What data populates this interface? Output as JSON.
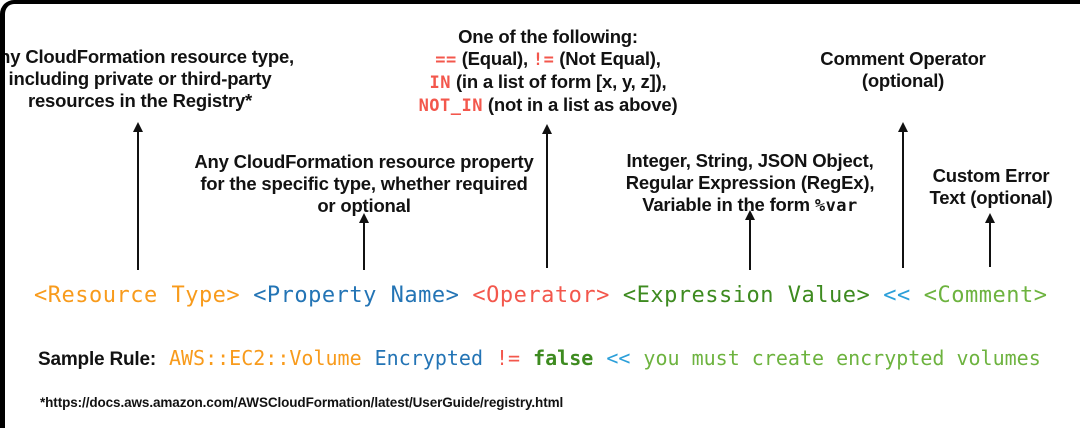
{
  "colors": {
    "orange": "#F89B1C",
    "blue": "#2374B5",
    "red": "#F3574C",
    "dark_green": "#3E8B20",
    "light_green": "#6DB33F",
    "cyan": "#2B9FD9",
    "black": "#121212"
  },
  "annotations": {
    "resource_type": {
      "line1": "Any CloudFormation resource type,",
      "line2": "including private or third-party",
      "line3": "resources in the Registry*"
    },
    "operator": {
      "title": "One of the following:",
      "eq": "==",
      "eq_desc": " (Equal), ",
      "ne": "!=",
      "ne_desc": " (Not Equal),",
      "in": "IN",
      "in_desc": " (in a list of form [x, y, z]),",
      "not_in": "NOT_IN",
      "not_in_desc": " (not in a list as above)"
    },
    "comment_operator": {
      "line1": "Comment Operator",
      "line2": "(optional)"
    },
    "property_name": {
      "line1": "Any CloudFormation resource property",
      "line2": "for the specific type, whether required",
      "line3": "or optional"
    },
    "expression_value": {
      "line1": "Integer, String, JSON Object,",
      "line2": "Regular Expression (RegEx),",
      "line3_prefix": "Variable in the form ",
      "line3_var": "%var"
    },
    "custom_error": {
      "line1": "Custom Error",
      "line2": "Text (optional)"
    }
  },
  "syntax": {
    "resource_type": "<Resource Type>",
    "property_name": "<Property Name>",
    "operator": "<Operator>",
    "expression_value": "<Expression Value>",
    "comment_op": "<<",
    "comment": "<Comment>"
  },
  "sample": {
    "label": "Sample Rule:",
    "resource": "AWS::EC2::Volume",
    "property": "Encrypted",
    "operator": "!=",
    "value": "false",
    "comment_op": "<<",
    "comment": "you must create encrypted volumes"
  },
  "footnote": "*https://docs.aws.amazon.com/AWSCloudFormation/latest/UserGuide/registry.html"
}
